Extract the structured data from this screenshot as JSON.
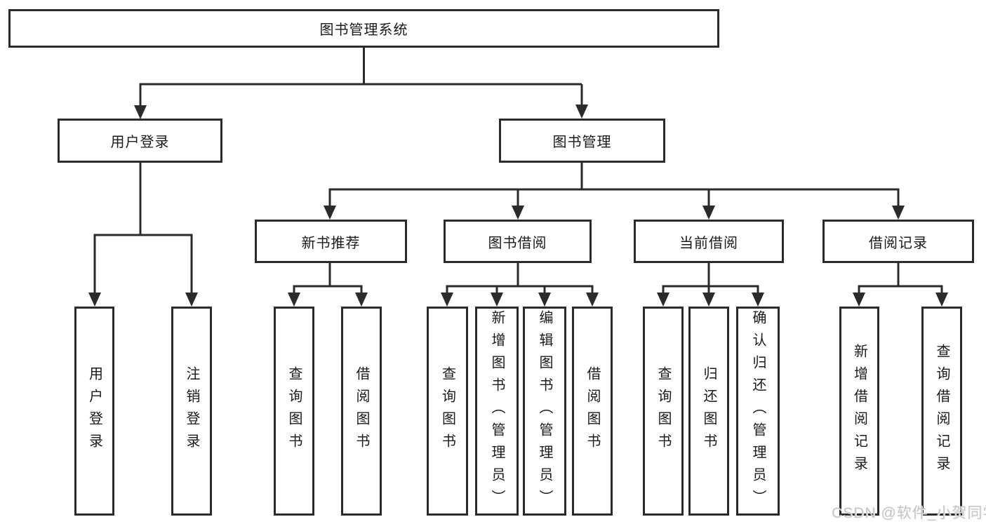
{
  "diagram_title": "图书管理系统",
  "nodes": {
    "root": "图书管理系统",
    "level2": [
      "用户登录",
      "图书管理"
    ],
    "level3": [
      "新书推荐",
      "图书借阅",
      "当前借阅",
      "借阅记录"
    ],
    "leaves": [
      "用户登录",
      "注销登录",
      "查询图书",
      "借阅图书",
      "查询图书",
      "新增图书（管理员）",
      "编辑图书（管理员）",
      "借阅图书",
      "查询图书",
      "归还图书",
      "确认归还（管理员）",
      "新增借阅记录",
      "查询借阅记录"
    ]
  },
  "hierarchy": {
    "图书管理系统": {
      "用户登录": [
        "用户登录",
        "注销登录"
      ],
      "图书管理": {
        "新书推荐": [
          "查询图书",
          "借阅图书"
        ],
        "图书借阅": [
          "查询图书",
          "新增图书（管理员）",
          "编辑图书（管理员）",
          "借阅图书"
        ],
        "当前借阅": [
          "查询图书",
          "归还图书",
          "确认归还（管理员）"
        ],
        "借阅记录": [
          "新增借阅记录",
          "查询借阅记录"
        ]
      }
    }
  },
  "watermark": {
    "text": "CSDN @软件_小贺同学"
  },
  "colors": {
    "line": "#2b2b2b",
    "box_border": "#2b2b2b",
    "box_fill": "#ffffff",
    "text": "#1a1a1a",
    "watermark_text": "#c6c6c6"
  }
}
